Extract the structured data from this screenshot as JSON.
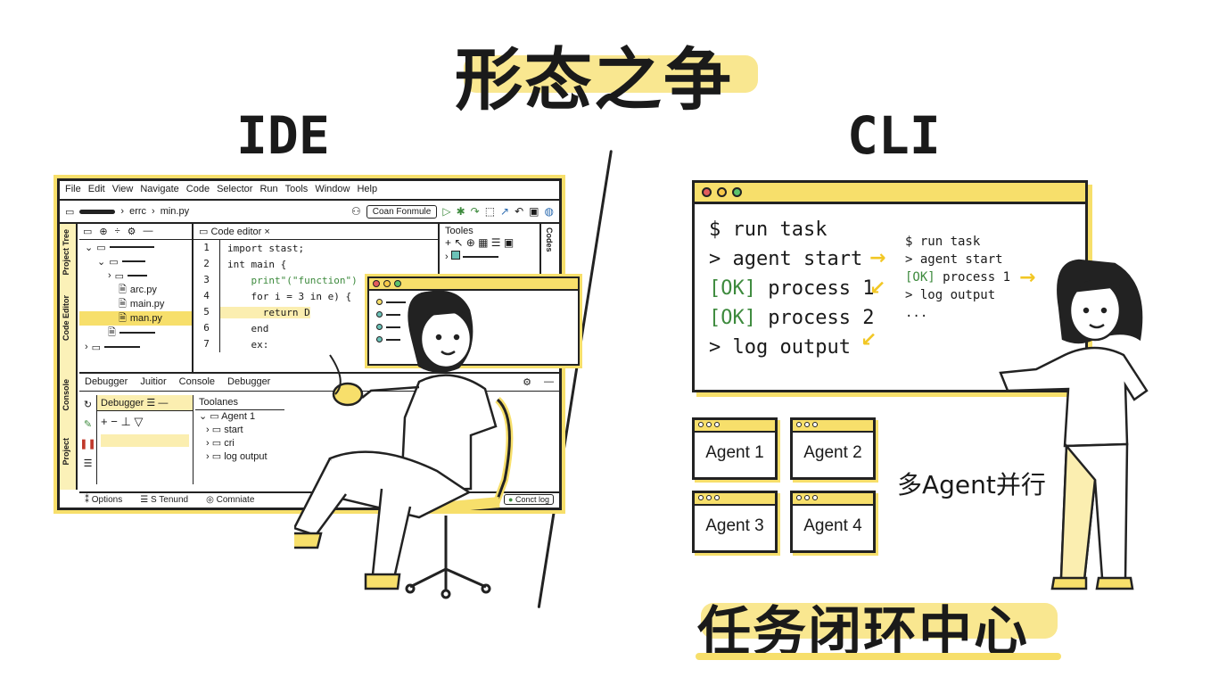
{
  "title": "形态之争",
  "left": {
    "heading": "IDE",
    "menu": [
      "File",
      "Edit",
      "View",
      "Navigate",
      "Code",
      "Selector",
      "Run",
      "Tools",
      "Window",
      "Help"
    ],
    "breadcrumb": "errc",
    "file_crumb": "min.py",
    "run_config": "Coan Fonmule",
    "project_tree": {
      "files": [
        "arc.py",
        "main.py",
        "man.py"
      ]
    },
    "editor_tab": "Code editor",
    "code_lines": [
      {
        "n": "1",
        "text": "import stast;"
      },
      {
        "n": "2",
        "text": "int main {"
      },
      {
        "n": "3",
        "text": "    print\"(\"function\")"
      },
      {
        "n": "4",
        "text": "    for i = 3 in e) {"
      },
      {
        "n": "5",
        "text": "      return D"
      },
      {
        "n": "6",
        "text": "    end"
      },
      {
        "n": "7",
        "text": "    ex:"
      }
    ],
    "tools_title": "Tooles",
    "side_labels": {
      "project_tree": "Project Tree",
      "code_editor": "Code Editor",
      "console": "Console",
      "project": "Project",
      "codes": "Codes"
    },
    "bottom_tabs": [
      "Debugger",
      "Juitior",
      "Console",
      "Debugger"
    ],
    "debugger_header": "Debugger",
    "tree_header": "Toolanes",
    "tree_items": [
      "Agent 1",
      "start",
      "cri",
      "log output"
    ],
    "status": [
      "Options",
      "S Tenund",
      "Comniate"
    ],
    "status_right": "Conct log"
  },
  "right": {
    "heading": "CLI",
    "cli_main": [
      {
        "prefix": "$ ",
        "text": "run task",
        "ok": false
      },
      {
        "prefix": "> ",
        "text": "agent start",
        "ok": false
      },
      {
        "prefix": "[OK] ",
        "text": "process 1",
        "ok": true
      },
      {
        "prefix": "[OK] ",
        "text": "process 2",
        "ok": true
      },
      {
        "prefix": "> ",
        "text": "log output",
        "ok": false
      }
    ],
    "cli_side": [
      {
        "prefix": "$ ",
        "text": "run task",
        "ok": false
      },
      {
        "prefix": "> ",
        "text": "agent start",
        "ok": false
      },
      {
        "prefix": "[OK] ",
        "text": "process 1",
        "ok": true
      },
      {
        "prefix": "> ",
        "text": "log output",
        "ok": false
      },
      {
        "prefix": "",
        "text": "...",
        "ok": false
      }
    ],
    "agents": [
      "Agent 1",
      "Agent 2",
      "Agent 3",
      "Agent 4"
    ],
    "parallel_label": "多Agent并行",
    "bottom_title": "任务闭环中心"
  },
  "colors": {
    "accent": "#f7df6b",
    "ok": "#3d8a3d",
    "ink": "#1a1a1a"
  }
}
